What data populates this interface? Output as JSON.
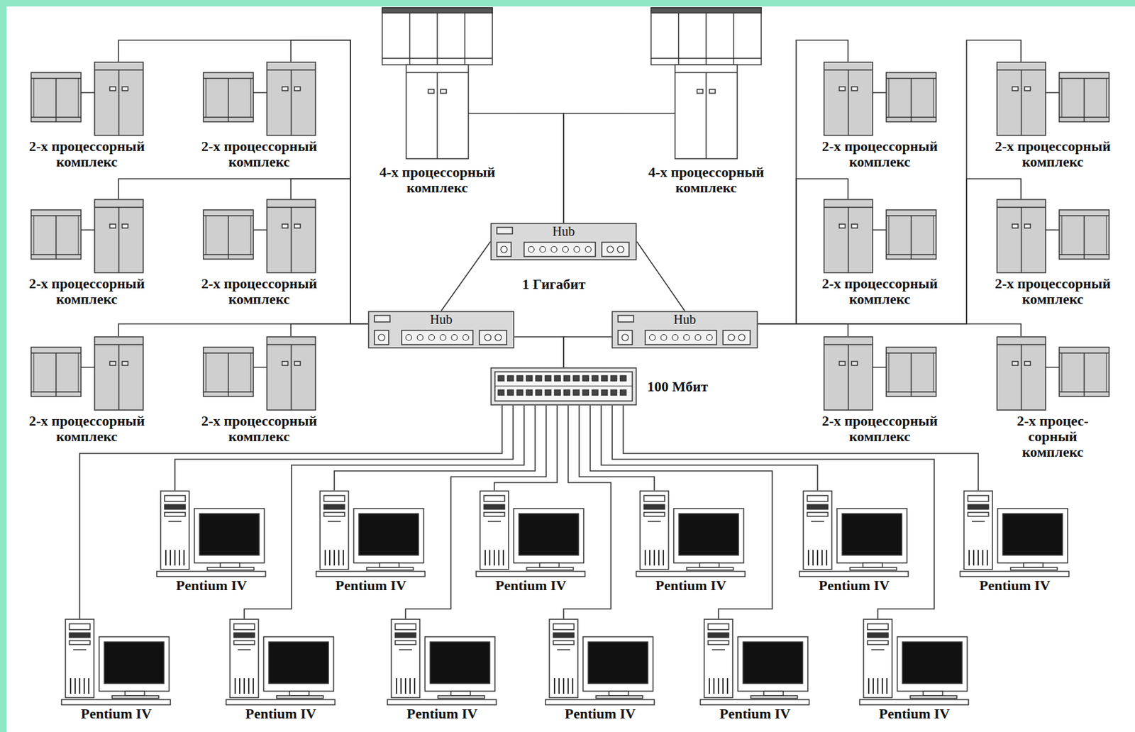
{
  "diagram": {
    "nodes": [
      {
        "text": [
          "2-х процессорный комплекс"
        ]
      },
      {
        "text": [
          "2-х процессорный комплекс"
        ]
      },
      {
        "text": [
          "4-х процессорный комплекс"
        ]
      },
      {
        "text": [
          "4-х процессорный комплекс"
        ]
      },
      {
        "text": [
          "2-х процессорный комплекс"
        ]
      },
      {
        "text": [
          "2-х процессорный комплекс"
        ]
      },
      {
        "text": [
          "Hub"
        ]
      },
      {
        "text": [
          "2-х процессорный комплекс"
        ]
      },
      {
        "text": [
          "2-х процессорный комплекс"
        ]
      },
      {
        "text": [
          "2-х процессорный комплекс"
        ]
      },
      {
        "text": [
          "2-х процессорный комплекс"
        ]
      },
      {
        "text": [
          "Hub"
        ]
      },
      {
        "text": [
          "Hub"
        ]
      },
      {
        "text": [
          "2-х процессорный комплекс"
        ]
      },
      {
        "text": [
          "2-х процессорный комплекс"
        ]
      },
      {
        "text": [
          "2-х процессорный комплекс"
        ]
      },
      {
        "text": [
          "2-х процес- сорный комплекс"
        ]
      },
      {
        "text": [
          "100 Мбит"
        ]
      },
      {
        "text": [
          "Pentium IV"
        ]
      },
      {
        "text": [
          "Pentium IV"
        ]
      },
      {
        "text": [
          "Pentium IV"
        ]
      },
      {
        "text": [
          "Pentium IV"
        ]
      },
      {
        "text": [
          "Pentium IV"
        ]
      },
      {
        "text": [
          "Pentium IV"
        ]
      },
      {
        "text": [
          "Pentium IV"
        ]
      },
      {
        "text": [
          "Pentium IV"
        ]
      },
      {
        "text": [
          "Pentium IV"
        ]
      },
      {
        "text": [
          "Pentium IV"
        ]
      },
      {
        "text": [
          "Pentium IV"
        ]
      },
      {
        "text": [
          "Pentium IV"
        ]
      }
    ],
    "edges": [
      {
        "from": 0,
        "to": 11,
        "arrow": "none"
      },
      {
        "from": 1,
        "to": 11,
        "arrow": "none"
      },
      {
        "from": 7,
        "to": 11,
        "arrow": "none"
      },
      {
        "from": 8,
        "to": 11,
        "arrow": "none"
      },
      {
        "from": 13,
        "to": 11,
        "arrow": "none"
      },
      {
        "from": 14,
        "to": 11,
        "arrow": "none"
      },
      {
        "from": 4,
        "to": 12,
        "arrow": "none"
      },
      {
        "from": 5,
        "to": 12,
        "arrow": "none"
      },
      {
        "from": 9,
        "to": 12,
        "arrow": "none"
      },
      {
        "from": 10,
        "to": 12,
        "arrow": "none"
      },
      {
        "from": 15,
        "to": 12,
        "arrow": "none"
      },
      {
        "from": 16,
        "to": 12,
        "arrow": "none"
      },
      {
        "from": 2,
        "to": 6,
        "arrow": "none"
      },
      {
        "from": 3,
        "to": 6,
        "arrow": "none"
      },
      {
        "from": 6,
        "to": 11,
        "arrow": "none"
      },
      {
        "from": 6,
        "to": 12,
        "arrow": "none"
      },
      {
        "from": 11,
        "to": 17,
        "arrow": "none"
      },
      {
        "from": 12,
        "to": 17,
        "arrow": "none"
      },
      {
        "from": 18,
        "to": 17,
        "arrow": "none"
      },
      {
        "from": 19,
        "to": 17,
        "arrow": "none"
      },
      {
        "from": 20,
        "to": 17,
        "arrow": "none"
      },
      {
        "from": 21,
        "to": 17,
        "arrow": "none"
      },
      {
        "from": 22,
        "to": 17,
        "arrow": "none"
      },
      {
        "from": 23,
        "to": 17,
        "arrow": "none"
      },
      {
        "from": 24,
        "to": 17,
        "arrow": "none"
      },
      {
        "from": 25,
        "to": 17,
        "arrow": "none"
      },
      {
        "from": 26,
        "to": 17,
        "arrow": "none"
      },
      {
        "from": 27,
        "to": 17,
        "arrow": "none"
      },
      {
        "from": 28,
        "to": 17,
        "arrow": "none"
      },
      {
        "from": 29,
        "to": 17,
        "arrow": "none"
      }
    ],
    "labels": [
      "1 Гигабит"
    ]
  }
}
